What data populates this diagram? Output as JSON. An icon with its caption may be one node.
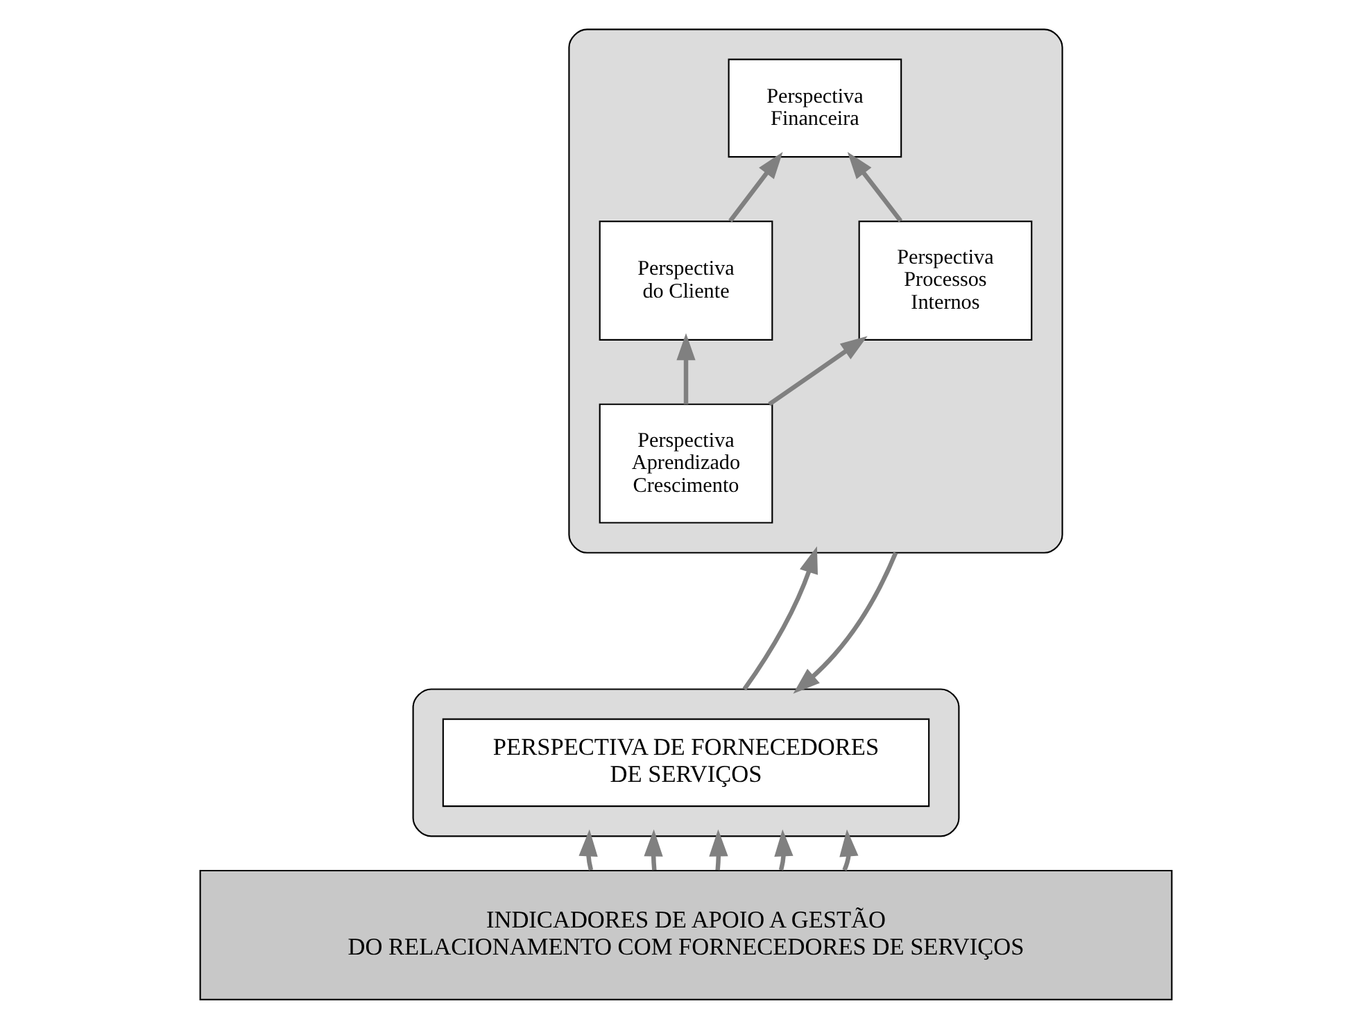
{
  "diagram": {
    "nodes": [
      {
        "text": [],
        "shape": "box"
      },
      {
        "text": [
          "Perspectiva Financeira"
        ],
        "in": 0
      },
      {
        "text": [
          "Perspectiva do Cliente"
        ],
        "in": 0
      },
      {
        "text": [
          "Perspectiva Processos Internos"
        ],
        "in": 0
      },
      {
        "text": [
          "Perspectiva Aprendizado Crescimento"
        ],
        "in": 0
      },
      {
        "text": [],
        "shape": "box"
      },
      {
        "text": [
          "PERSPECTIVA DE FORNECEDORES DE SERVIÇOS"
        ],
        "in": 5
      },
      {
        "text": [
          "INDICADORES DE APOIO A GESTÃO DO RELACIONAMENTO COM FORNECEDORES DE SERVIÇOS"
        ]
      }
    ],
    "edges": [
      {
        "from": 2,
        "to": 1,
        "arrow": "to"
      },
      {
        "from": 3,
        "to": 1,
        "arrow": "to"
      },
      {
        "from": 4,
        "to": 2,
        "arrow": "to"
      },
      {
        "from": 4,
        "to": 3,
        "arrow": "to"
      },
      {
        "from": 5,
        "to": 0,
        "arrow": "to"
      },
      {
        "from": 0,
        "to": 5,
        "arrow": "to"
      },
      {
        "from": 7,
        "to": 5,
        "arrow": "to"
      },
      {
        "from": 7,
        "to": 5,
        "arrow": "to"
      },
      {
        "from": 7,
        "to": 5,
        "arrow": "to"
      },
      {
        "from": 7,
        "to": 5,
        "arrow": "to"
      },
      {
        "from": 7,
        "to": 5,
        "arrow": "to"
      }
    ]
  }
}
